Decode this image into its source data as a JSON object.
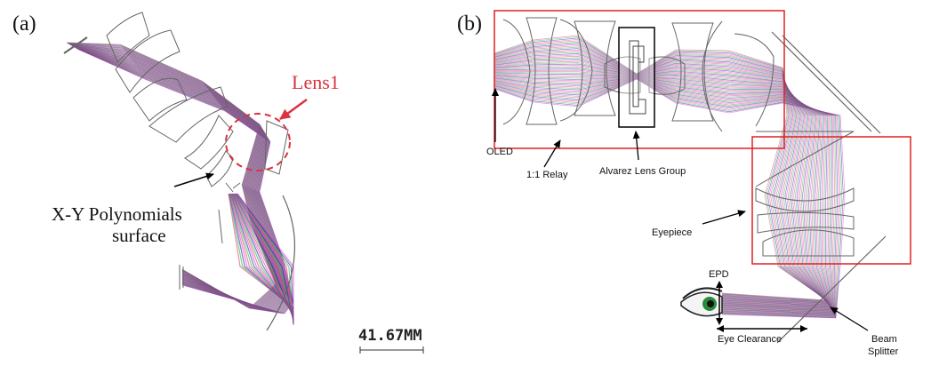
{
  "panel_a": {
    "label": "(a)",
    "lens1_label": "Lens1",
    "xy_label_line1": "X-Y Polynomials",
    "xy_label_line2": "surface",
    "scale_text": "41.67MM"
  },
  "panel_b": {
    "label": "(b)",
    "oled": "OLED",
    "relay": "1:1 Relay",
    "alvarez": "Alvarez Lens Group",
    "eyepiece": "Eyepiece",
    "epd": "EPD",
    "eye_clearance": "Eye Clearance",
    "beam_line1": "Beam",
    "beam_line2": "Splitter"
  },
  "colors": {
    "lens1_red": "#d9333f",
    "box_red": "#e02020",
    "ray_red": "#e0406a",
    "ray_green": "#2fb34a",
    "ray_blue": "#1b2a9a",
    "ray_magenta": "#d63ad0",
    "lens_gray": "#666666"
  }
}
